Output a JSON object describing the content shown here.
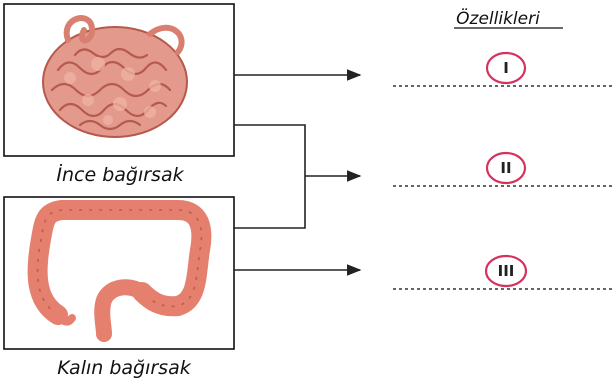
{
  "header": {
    "title": "Özellikleri"
  },
  "organs": [
    {
      "name": "İnce bağırsak",
      "icon": "small-intestine-icon"
    },
    {
      "name": "Kalın bağırsak",
      "icon": "large-intestine-icon"
    }
  ],
  "properties": [
    {
      "marker": "I"
    },
    {
      "marker": "II"
    },
    {
      "marker": "III"
    }
  ],
  "colors": {
    "circle": "#d4325c",
    "intestine": "#e88777",
    "intestine_dark": "#b55a4c",
    "line": "#222222"
  }
}
